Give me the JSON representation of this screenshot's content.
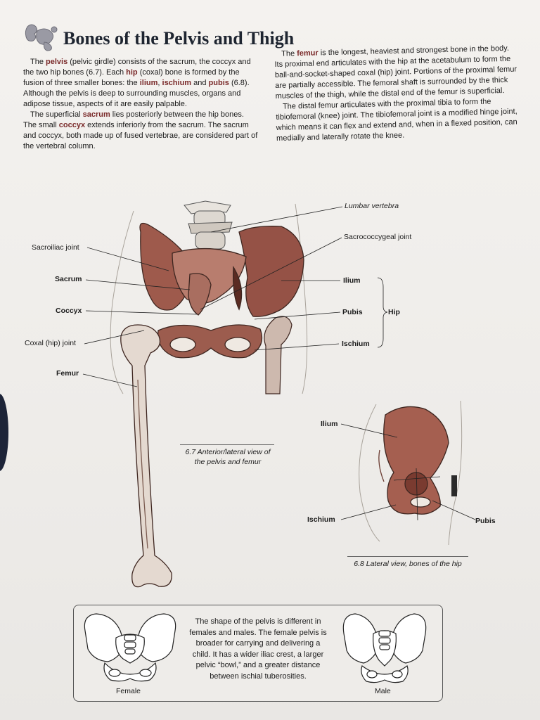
{
  "page": {
    "title": "Bones of the Pelvis and Thigh"
  },
  "intro_left": {
    "p1": [
      {
        "t": "The "
      },
      {
        "t": "pelvis",
        "hl": true
      },
      {
        "t": " (pelvic girdle) consists of the sacrum, the coccyx and the two hip bones (6.7).  Each "
      },
      {
        "t": "hip",
        "hl": true
      },
      {
        "t": " (coxal) bone is formed by the fusion of three smaller bones:  the "
      },
      {
        "t": "ilium",
        "hl": true
      },
      {
        "t": ", "
      },
      {
        "t": "ischium",
        "hl": true
      },
      {
        "t": " and "
      },
      {
        "t": "pubis",
        "hl": true
      },
      {
        "t": " (6.8).  Although the pelvis is deep to surrounding muscles, organs and adipose tissue, aspects of it are easily palpable."
      }
    ],
    "p2": [
      {
        "t": "The superficial "
      },
      {
        "t": "sacrum",
        "hl": true
      },
      {
        "t": " lies posteriorly between the hip bones.  The small "
      },
      {
        "t": "coccyx",
        "hl": true
      },
      {
        "t": " extends inferiorly from the sacrum.  The sacrum and coccyx, both made up of fused vertebrae, are considered part of the vertebral column."
      }
    ]
  },
  "intro_right": {
    "p1": [
      {
        "t": "The "
      },
      {
        "t": "femur",
        "hl": true
      },
      {
        "t": " is the longest, heaviest and strongest bone in the body.  Its proximal end articulates with the hip at the acetabulum to form the ball-and-socket-shaped coxal (hip) joint.  Portions of the proximal femur are partially accessible.  The femoral shaft is surrounded by the thick muscles of the thigh, while the distal end of the femur is superficial."
      }
    ],
    "p2": [
      {
        "t": "The distal femur articulates with the proximal tibia to form the tibiofemoral (knee) joint.  The tibiofemoral joint is a modified hinge joint, which means it can flex and extend and, when in a flexed position, can medially and laterally rotate the knee."
      }
    ]
  },
  "figure_6_7": {
    "labels": {
      "lumbar_vertebra": "Lumbar vertebra",
      "sacrococcygeal_joint": "Sacrococcygeal joint",
      "sacroiliac_joint": "Sacroiliac joint",
      "sacrum": "Sacrum",
      "coccyx": "Coccyx",
      "coxal_joint": "Coxal (hip) joint",
      "femur": "Femur",
      "ilium": "Ilium",
      "pubis": "Pubis",
      "ischium": "Ischium",
      "hip": "Hip"
    },
    "caption_line1": "6.7 Anterior/lateral view of",
    "caption_line2": "the pelvis and femur"
  },
  "figure_6_8": {
    "labels": {
      "ilium": "Ilium",
      "ischium": "Ischium",
      "pubis": "Pubis"
    },
    "caption": "6.8 Lateral view, bones of the hip"
  },
  "comparison_box": {
    "text": "The shape of the pelvis is different in females and males.  The female pelvis is broader for carrying and delivering a child.  It has a wider iliac crest, a larger pelvic “bowl,” and a greater distance between ischial tuberosities.",
    "female_label": "Female",
    "male_label": "Male"
  },
  "colors": {
    "bone_shade": "#8b4a3e",
    "keyword": "#7a2a2a",
    "title": "#1e2530"
  }
}
